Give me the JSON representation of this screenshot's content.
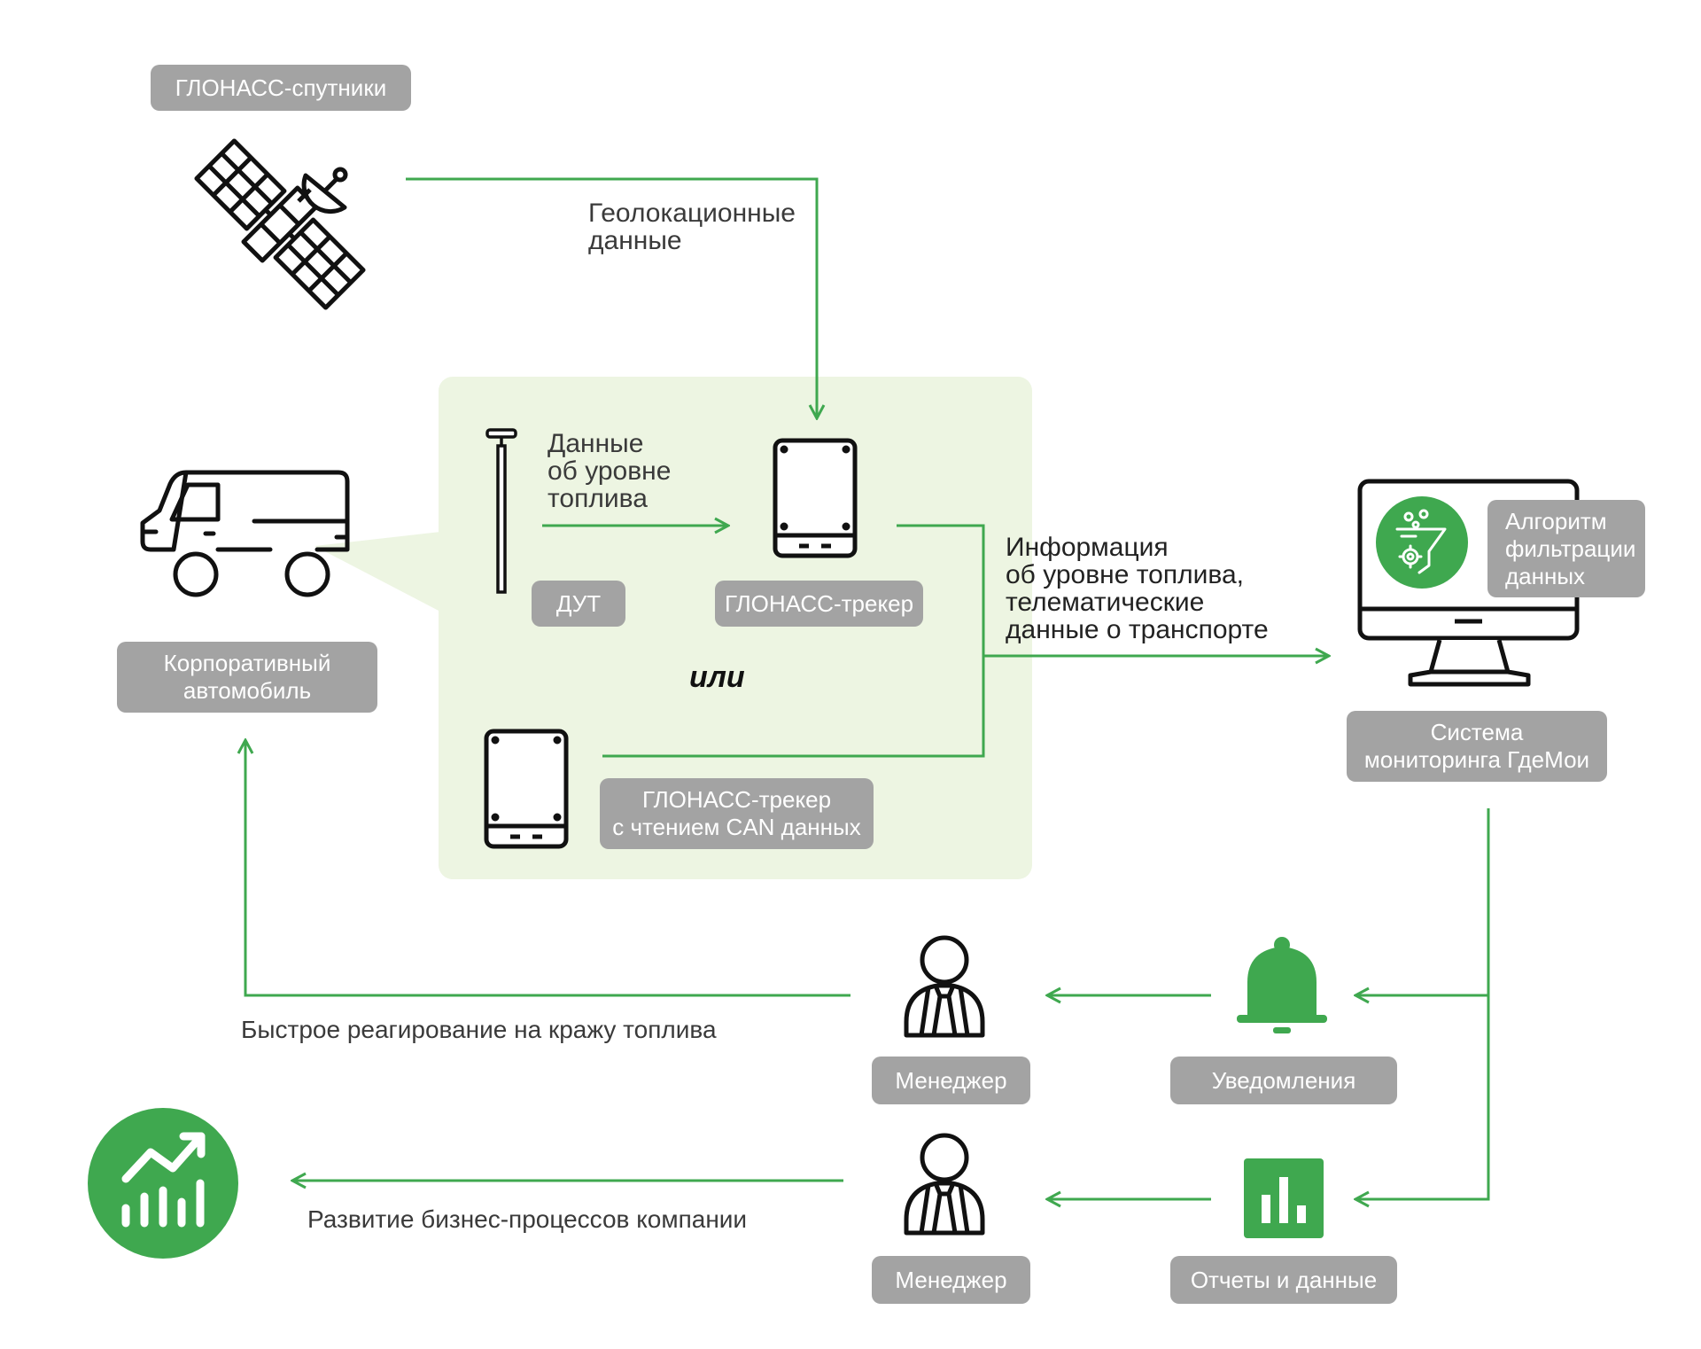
{
  "colors": {
    "accent": "#3fa84f",
    "label_bg": "#a3a3a3",
    "panel_bg": "#edf5e2",
    "stroke": "#111111"
  },
  "labels": {
    "satellites": "ГЛОНАСС-спутники",
    "car": "Корпоративный\nавтомобиль",
    "dut": "ДУТ",
    "tracker": "ГЛОНАСС-трекер",
    "tracker_can": "ГЛОНАСС-трекер\nс чтением CAN данных",
    "system": "Система\nмониторинга ГдеМои",
    "algorithm": "Алгоритм\nфильтрации\nданных",
    "manager1": "Менеджер",
    "manager2": "Менеджер",
    "notifications": "Уведомления",
    "reports": "Отчеты и данные"
  },
  "texts": {
    "geo": "Геолокационные\nданные",
    "fuel_data": "Данные\nоб уровне\nтоплива",
    "info": "Информация\nоб уровне топлива,\nтелематические\nданные о транспорте",
    "or": "или",
    "reaction": "Быстрое реагирование на кражу топлива",
    "business": "Развитие бизнес-процессов компании"
  },
  "icons": [
    "satellite-icon",
    "van-icon",
    "fuel-sensor-icon",
    "tracker-icon",
    "tracker-can-icon",
    "monitor-icon",
    "filter-funnel-icon",
    "manager-icon",
    "bell-icon",
    "bar-chart-icon",
    "growth-chart-icon"
  ]
}
